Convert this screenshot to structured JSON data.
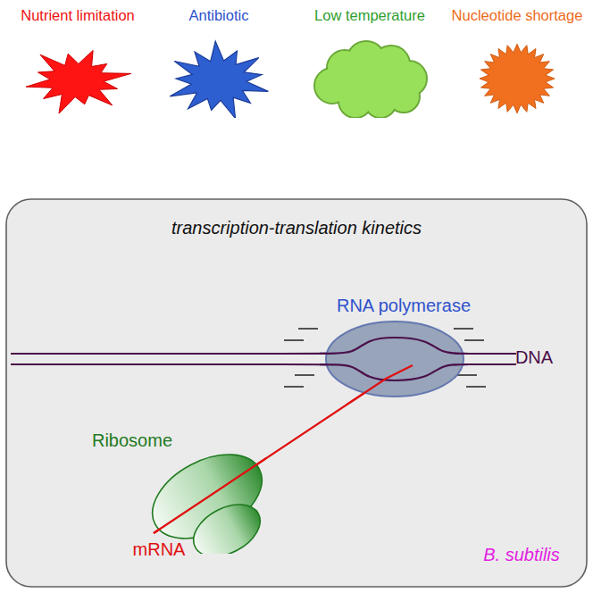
{
  "diagram": {
    "nodes": [
      {
        "text": [
          "Nutrient limitation"
        ]
      },
      {
        "text": [
          "Antibiotic"
        ]
      },
      {
        "text": [
          "Low temperature"
        ]
      },
      {
        "text": [
          "Nucleotide shortage"
        ]
      },
      {
        "text": [
          "transcription-translation kinetics",
          "B. subtilis"
        ]
      },
      {
        "text": [
          "RNA polymerase"
        ],
        "in": 4
      },
      {
        "text": [
          "Ribosome"
        ],
        "in": 4
      }
    ],
    "labels": [
      "DNA",
      "mRNA"
    ]
  }
}
